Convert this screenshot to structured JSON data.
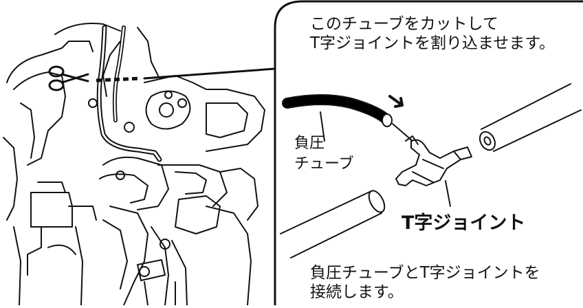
{
  "callout_top": {
    "line1": "このチューブをカットして",
    "line2": "T字ジョイントを割り込ませます。"
  },
  "label_tube": {
    "line1": "負圧",
    "line2": "チューブ"
  },
  "label_joint": "T字ジョイント",
  "caption_bottom": {
    "line1": "負圧チューブとT字ジョイントを",
    "line2": "接続します。"
  },
  "icons": [
    "scissors-icon",
    "arrow-icon"
  ],
  "colors": {
    "line": "#111111",
    "background": "#ffffff"
  }
}
